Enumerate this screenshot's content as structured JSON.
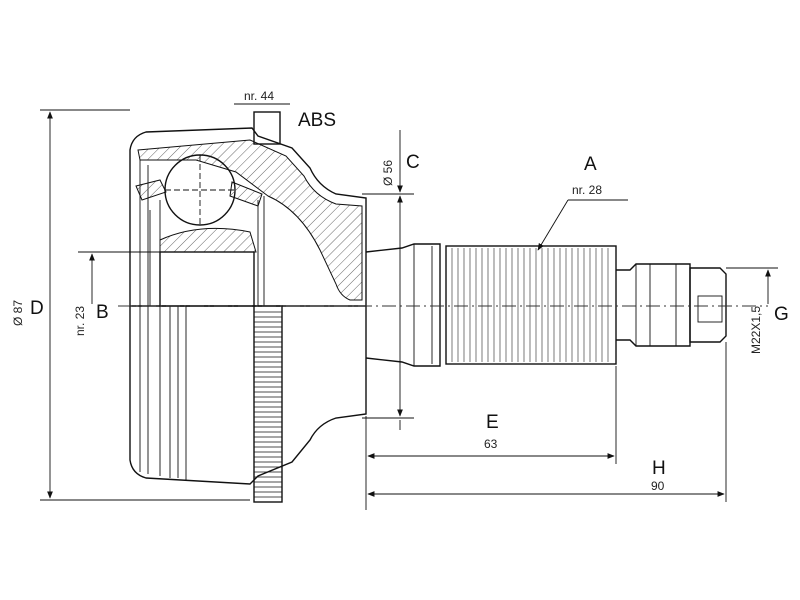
{
  "labels": {
    "abs": "ABS",
    "abs_teeth": "nr. 44",
    "spline_a": "A",
    "spline_a_teeth": "nr. 28",
    "seal_c": "C",
    "seal_c_dia": "Ø 56",
    "outer_d": "D",
    "outer_d_dia": "Ø 87",
    "inner_b": "B",
    "inner_b_teeth": "nr. 23",
    "length_e": "E",
    "length_e_value": "63",
    "length_h": "H",
    "length_h_value": "90",
    "thread_g": "G",
    "thread_g_value": "M22X1,5"
  },
  "colors": {
    "line": "#111111",
    "background": "#ffffff",
    "hatch": "#555555"
  }
}
